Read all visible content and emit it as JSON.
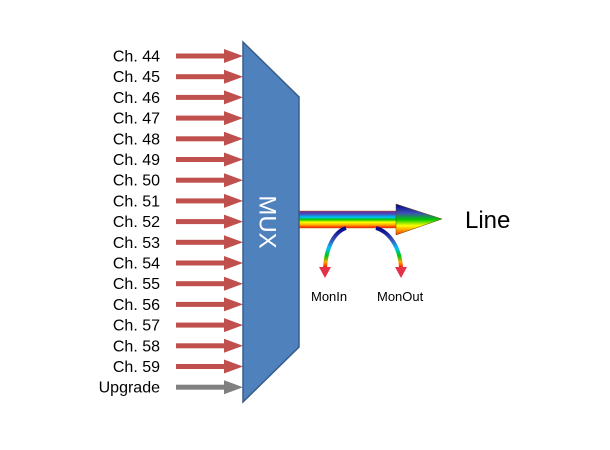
{
  "mux": {
    "label": "MUX",
    "fill_color": "#4f81bd",
    "stroke_color": "#385d8a"
  },
  "inputs": [
    {
      "label": "Ch. 44",
      "color": "#c0504d"
    },
    {
      "label": "Ch. 45",
      "color": "#c0504d"
    },
    {
      "label": "Ch. 46",
      "color": "#c0504d"
    },
    {
      "label": "Ch. 47",
      "color": "#c0504d"
    },
    {
      "label": "Ch. 48",
      "color": "#c0504d"
    },
    {
      "label": "Ch. 49",
      "color": "#c0504d"
    },
    {
      "label": "Ch. 50",
      "color": "#c0504d"
    },
    {
      "label": "Ch. 51",
      "color": "#c0504d"
    },
    {
      "label": "Ch. 52",
      "color": "#c0504d"
    },
    {
      "label": "Ch. 53",
      "color": "#c0504d"
    },
    {
      "label": "Ch. 54",
      "color": "#c0504d"
    },
    {
      "label": "Ch. 55",
      "color": "#c0504d"
    },
    {
      "label": "Ch. 56",
      "color": "#c0504d"
    },
    {
      "label": "Ch. 57",
      "color": "#c0504d"
    },
    {
      "label": "Ch. 58",
      "color": "#c0504d"
    },
    {
      "label": "Ch. 59",
      "color": "#c0504d"
    },
    {
      "label": "Upgrade",
      "color": "#808080"
    }
  ],
  "output": {
    "label": "Line",
    "gradient_colors": [
      "#00008b",
      "#7b1fa2",
      "#3f51b5",
      "#00bfff",
      "#00c800",
      "#ffff00",
      "#ffa500",
      "#ff0000"
    ]
  },
  "monitors": [
    {
      "label": "MonIn"
    },
    {
      "label": "MonOut"
    }
  ]
}
